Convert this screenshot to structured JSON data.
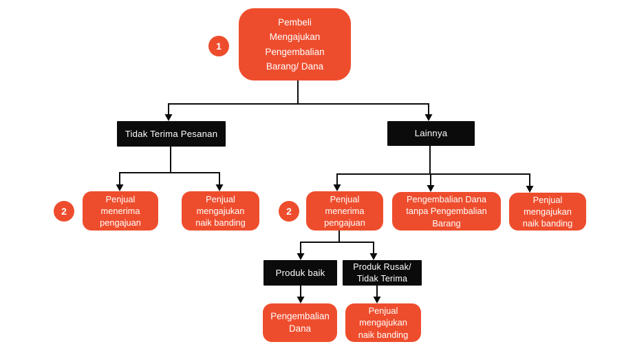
{
  "colors": {
    "accent_orange": "#EE4D2D",
    "node_black": "#0B0B0B",
    "connector_black": "#0B0B0B",
    "text_white": "#FFFFFF",
    "background": "#FFFFFF"
  },
  "flowchart": {
    "badges": {
      "step1": "1",
      "step2_left": "2",
      "step2_right": "2"
    },
    "nodes": {
      "root": "Pembeli\nMengajukan\nPengembalian\nBarang/ Dana",
      "branch_left": "Tidak Terima Pesanan",
      "branch_right": "Lainnya",
      "left_seller_accepts": "Penjual\nmenerima\npengajuan",
      "left_seller_appeals": "Penjual\nmengajukan\nnaik banding",
      "right_seller_accepts": "Penjual\nmenerima\npengajuan",
      "right_refund_without_return": "Pengembalian Dana\ntanpa Pengembalian\nBarang",
      "right_seller_appeals": "Penjual\nmengajukan\nnaik banding",
      "product_good": "Produk baik",
      "product_damaged": "Produk Rusak/\nTidak Terima",
      "refund": "Pengembalian\nDana",
      "bottom_seller_appeals": "Penjual\nmengajukan\nnaik banding"
    }
  }
}
